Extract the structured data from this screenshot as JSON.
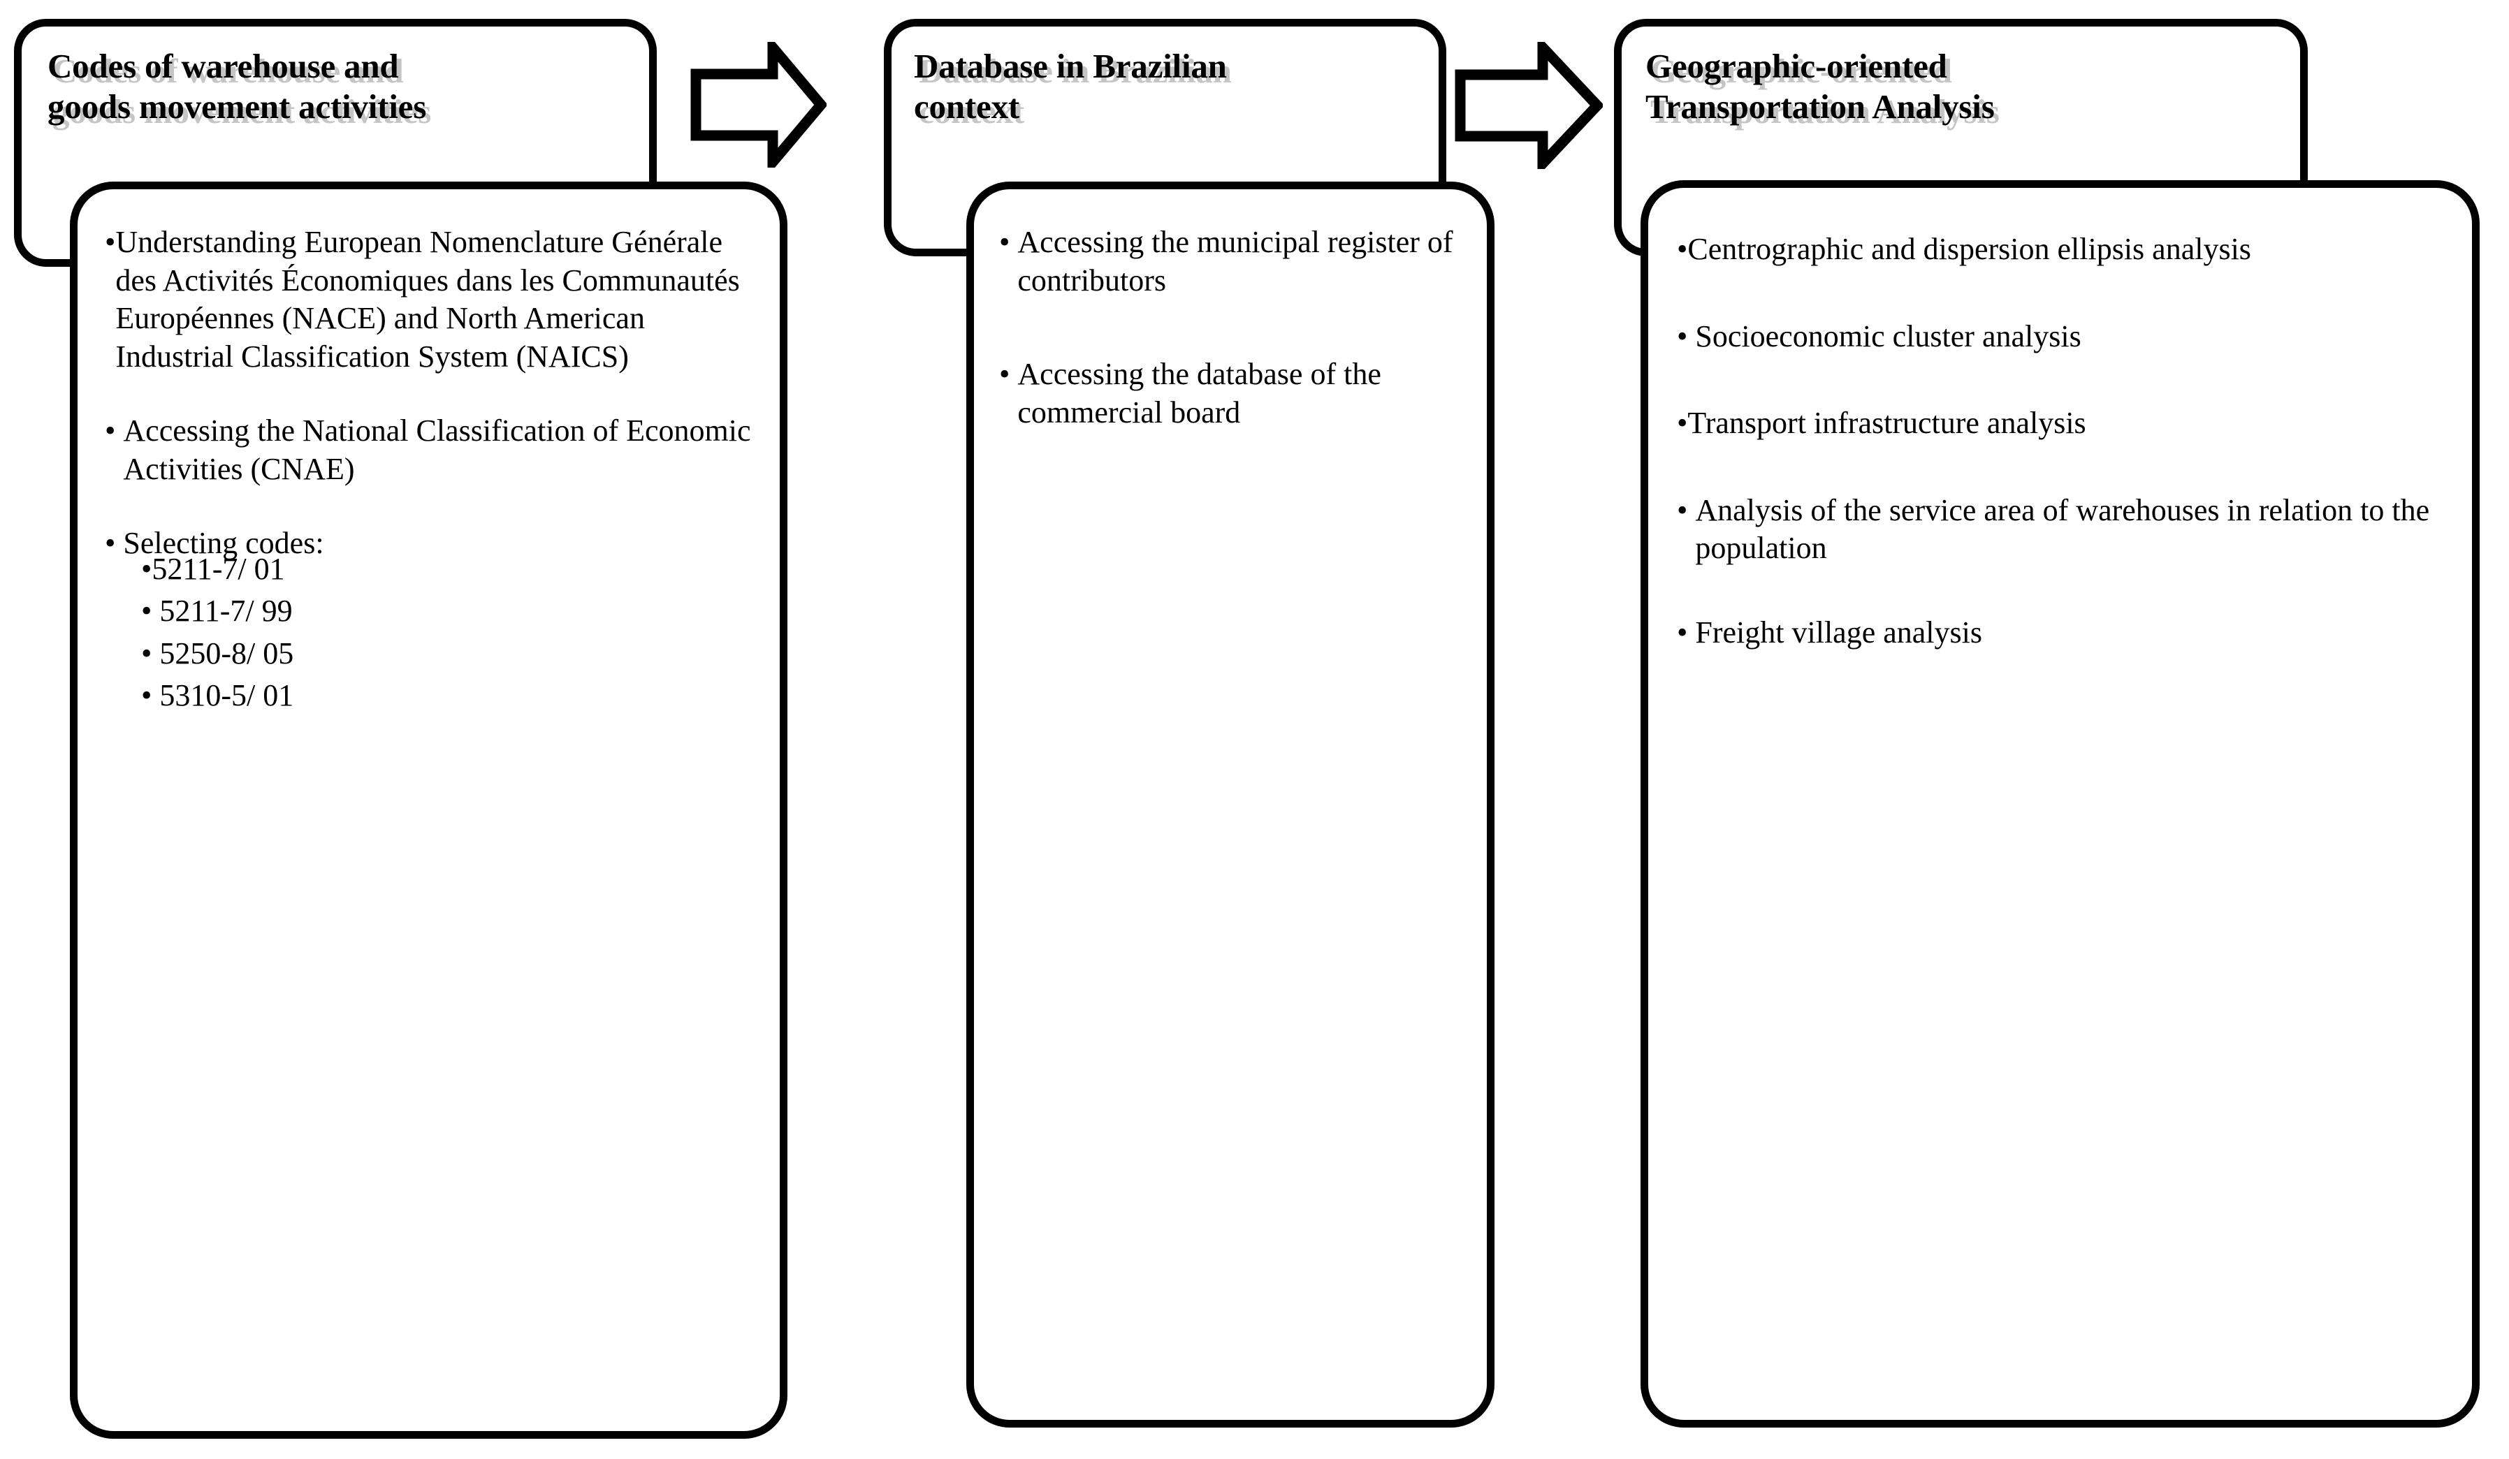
{
  "diagram": {
    "title_shadow_color": "#969696",
    "line_color": "#000000",
    "background": "#ffffff",
    "columns": [
      {
        "id": "codes",
        "header": "Codes of warehouse and\ngoods movement activities",
        "bullets": [
          {
            "mark": "•",
            "text": "Understanding European Nomenclature Générale des Activités Économiques dans les Communautés Européennes (NACE)  and North American Industrial Classification System (NAICS)"
          },
          {
            "mark": "• ",
            "text": "Accessing  the National Classification of Economic Activities (CNAE)"
          },
          {
            "mark": "• ",
            "text": "Selecting codes:",
            "sub": [
              {
                "mark": "•",
                "text": "5211-7/ 01"
              },
              {
                "mark": "• ",
                "text": "5211-7/ 99"
              },
              {
                "mark": "• ",
                "text": "5250-8/ 05"
              },
              {
                "mark": "• ",
                "text": "5310-5/ 01"
              }
            ]
          }
        ]
      },
      {
        "id": "database",
        "header": "Database in Brazilian\ncontext",
        "bullets": [
          {
            "mark": "• ",
            "text": "Accessing  the municipal register of contributors"
          },
          {
            "mark": "• ",
            "text": "Accessing the database of the commercial board"
          }
        ]
      },
      {
        "id": "analysis",
        "header": "Geographic-oriented\nTransportation Analysis",
        "bullets": [
          {
            "mark": "•",
            "text": "Centrographic and dispersion ellipsis analysis"
          },
          {
            "mark": "• ",
            "text": "Socioeconomic cluster analysis"
          },
          {
            "mark": "•",
            "text": "Transport infrastructure analysis"
          },
          {
            "mark": "• ",
            "text": "Analysis of the service area of warehouses in relation to the population"
          },
          {
            "mark": "• ",
            "text": "Freight village analysis"
          }
        ]
      }
    ],
    "arrows": [
      {
        "id": "arrow-1",
        "direction": "right"
      },
      {
        "id": "arrow-2",
        "direction": "right"
      }
    ]
  }
}
